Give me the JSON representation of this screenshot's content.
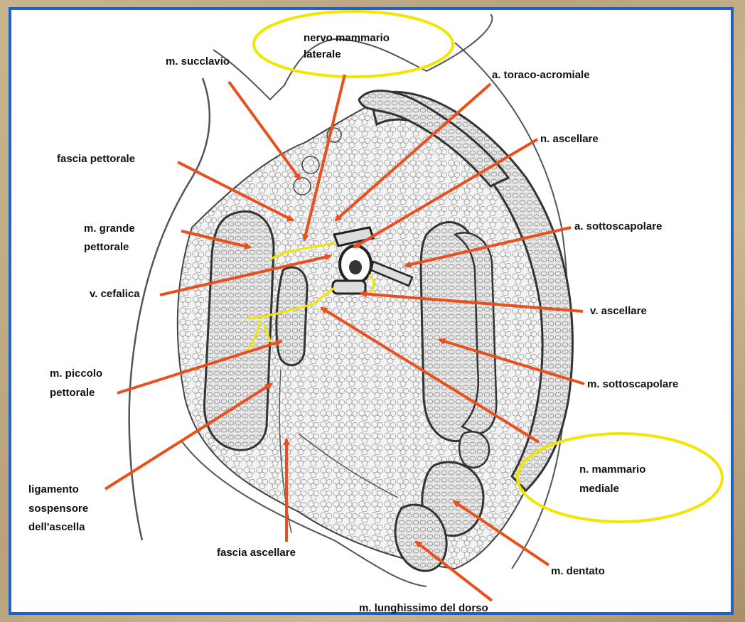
{
  "labels": {
    "nervo_mammario_laterale_1": "nervo mammario",
    "nervo_mammario_laterale_2": "laterale",
    "m_succlavio": "m. succlavio",
    "a_toraco_acromiale": "a. toraco-acromiale",
    "n_ascellare": "n. ascellare",
    "fascia_pettorale": "fascia pettorale",
    "m_grande_pettorale_1": "m. grande",
    "m_grande_pettorale_2": "pettorale",
    "a_sottoscapolare": "a. sottoscapolare",
    "v_cefalica": "v. cefalica",
    "v_ascellare": "v. ascellare",
    "m_piccolo_pettorale_1": "m. piccolo",
    "m_piccolo_pettorale_2": "pettorale",
    "m_sottoscapolare": "m. sottoscapolare",
    "n_mammario_mediale_1": "n. mammario",
    "n_mammario_mediale_2": "mediale",
    "ligamento_1": "ligamento",
    "ligamento_2": "sospensore",
    "ligamento_3": "dell'ascella",
    "fascia_ascellare": "fascia ascellare",
    "m_dentato": "m. dentato",
    "m_lunghissimo": "m. lunghissimo del dorso"
  },
  "colors": {
    "arrow": "#e8501e",
    "highlight": "#f2e600",
    "border": "#1e62c9"
  }
}
